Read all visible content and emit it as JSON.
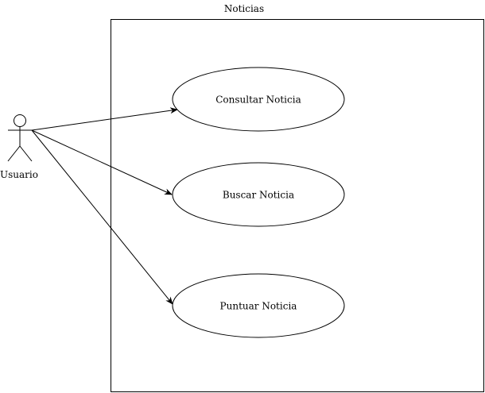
{
  "diagram": {
    "type": "use-case",
    "system_boundary": {
      "title": "Noticias"
    },
    "actor": {
      "name": "Usuario"
    },
    "use_cases": [
      {
        "label": "Consultar Noticia"
      },
      {
        "label": "Buscar Noticia"
      },
      {
        "label": "Puntuar Noticia"
      }
    ],
    "associations": [
      {
        "from": "Usuario",
        "to": "Consultar Noticia"
      },
      {
        "from": "Usuario",
        "to": "Buscar Noticia"
      },
      {
        "from": "Usuario",
        "to": "Puntuar Noticia"
      }
    ],
    "colors": {
      "stroke": "#000000",
      "fill": "#ffffff",
      "text": "#000000"
    }
  }
}
